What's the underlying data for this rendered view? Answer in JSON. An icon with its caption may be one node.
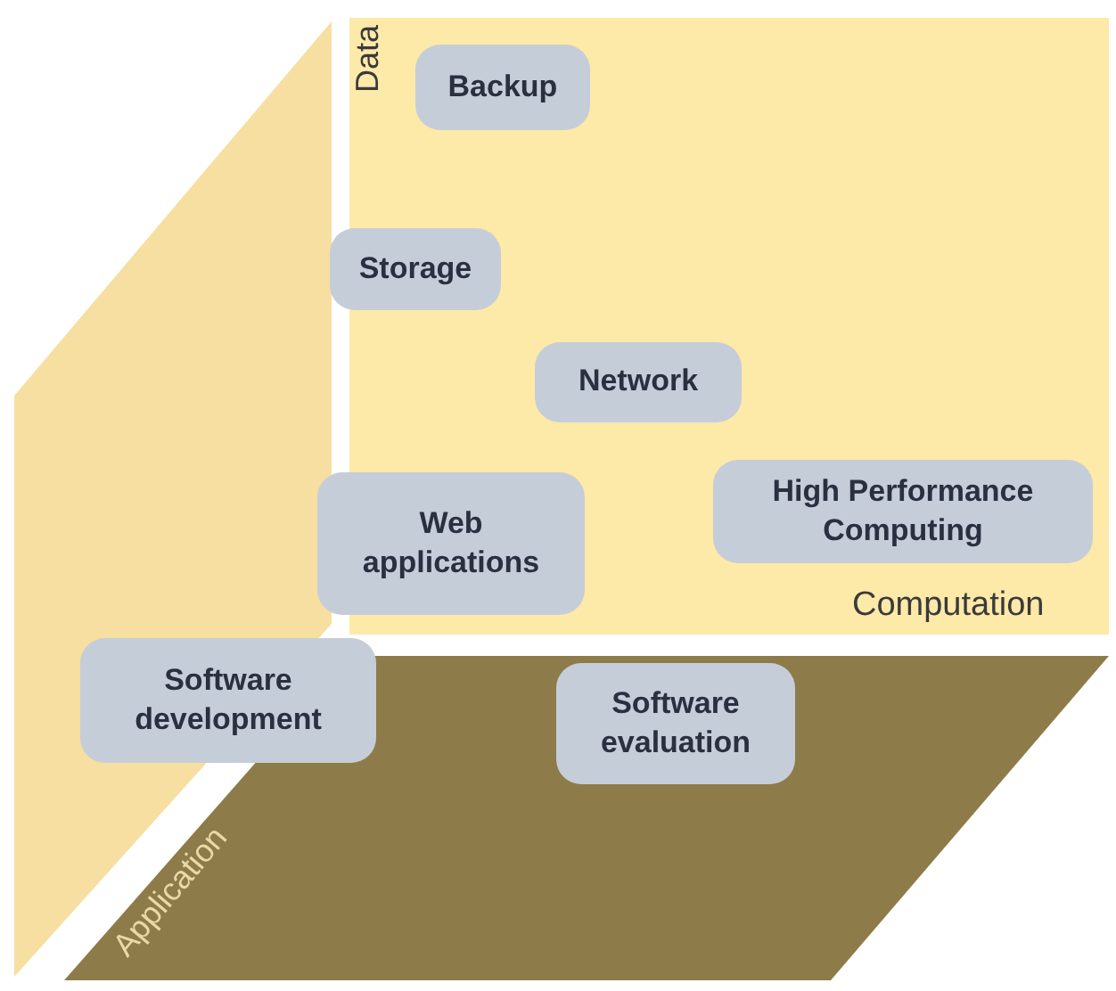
{
  "diagram": {
    "nodes": [
      {
        "text": [
          "Backup"
        ]
      },
      {
        "text": [
          "Storage"
        ]
      },
      {
        "text": [
          "Network"
        ]
      },
      {
        "text": [
          "Web applications"
        ]
      },
      {
        "text": [
          "High Performance Computing"
        ]
      },
      {
        "text": [
          "Software development"
        ]
      },
      {
        "text": [
          "Software evaluation"
        ]
      }
    ],
    "labels": [
      "Data",
      "Computation",
      "Application"
    ]
  }
}
